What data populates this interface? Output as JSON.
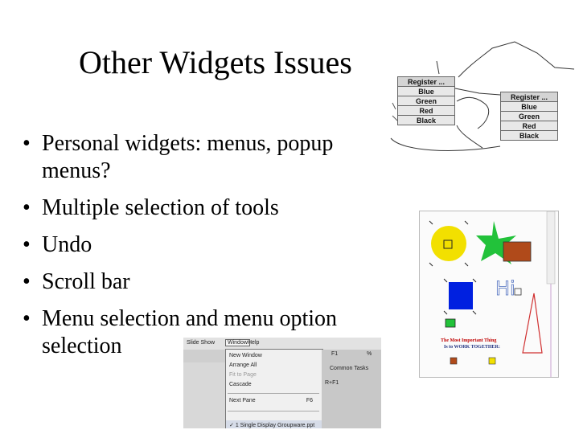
{
  "slide": {
    "title": "Other Widgets Issues",
    "bullets": [
      {
        "lines": [
          "Personal widgets: menus, popup",
          "menus?"
        ]
      },
      {
        "lines": [
          "Multiple selection of tools"
        ]
      },
      {
        "lines": [
          "Undo"
        ]
      },
      {
        "lines": [
          "Scroll bar"
        ]
      },
      {
        "lines": [
          "Menu selection and menu option",
          "selection"
        ]
      }
    ],
    "bullet_glyph": "•"
  },
  "menu_left": {
    "items": [
      "Register ...",
      "Blue",
      "Green",
      "Red",
      "Black"
    ]
  },
  "menu_right": {
    "items": [
      "Register ...",
      "Blue",
      "Green",
      "Red",
      "Black"
    ]
  },
  "drawing": {
    "hi_text": "Hi",
    "caption_line1": "The Most Important Thing",
    "caption_line2": "Is to WORK TOGETHER:"
  },
  "window_menu": {
    "menubar": [
      "Slide Show",
      "Window",
      "Help"
    ],
    "items": [
      {
        "label": "New Window",
        "shortcut": "",
        "disabled": false
      },
      {
        "label": "Arrange All",
        "shortcut": "",
        "disabled": false
      },
      {
        "label": "Fit to Page",
        "shortcut": "",
        "disabled": true
      },
      {
        "label": "Cascade",
        "shortcut": "",
        "disabled": false
      },
      {
        "label": "Next Pane",
        "shortcut": "F6",
        "disabled": false
      },
      {
        "label": "1 Single Display Groupware.ppt",
        "shortcut": "",
        "disabled": false
      }
    ],
    "right_texts": [
      "F1",
      "Common Tasks",
      "R+F1"
    ],
    "zoom_suffix": "%"
  },
  "colors": {
    "yellow": "#f2e000",
    "green": "#22c23a",
    "brown": "#b04a1a",
    "blue": "#0020e0",
    "red_stroke": "#d03030"
  }
}
